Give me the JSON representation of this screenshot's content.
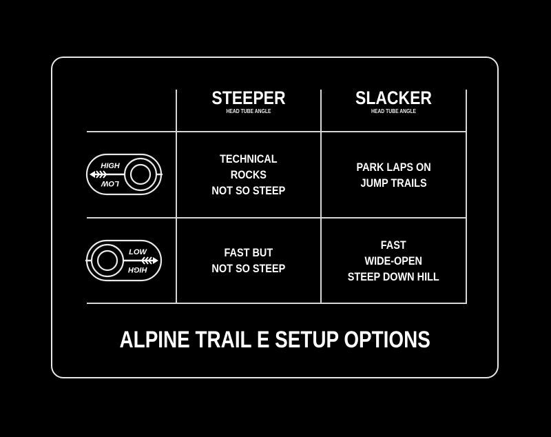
{
  "title": "ALPINE TRAIL E SETUP OPTIONS",
  "columns": [
    {
      "heading": "STEEPER",
      "subheading": "HEAD TUBE ANGLE"
    },
    {
      "heading": "SLACKER",
      "subheading": "HEAD TUBE ANGLE"
    }
  ],
  "rows": [
    {
      "icon": {
        "name": "flip-chip-high-icon",
        "top_label": "HIGH",
        "bottom_label": "LOW",
        "arrow_direction": "left"
      },
      "cells": [
        "TECHNICAL\nROCKS\nNOT SO STEEP",
        "PARK LAPS ON\nJUMP TRAILS"
      ]
    },
    {
      "icon": {
        "name": "flip-chip-low-icon",
        "top_label": "LOW",
        "bottom_label": "HIGH",
        "arrow_direction": "right"
      },
      "cells": [
        "FAST BUT\nNOT SO STEEP",
        "FAST\nWIDE-OPEN\nSTEEP DOWN HILL"
      ]
    }
  ],
  "colors": {
    "background": "#000000",
    "lines": "#d8d8d8",
    "text": "#ffffff"
  }
}
